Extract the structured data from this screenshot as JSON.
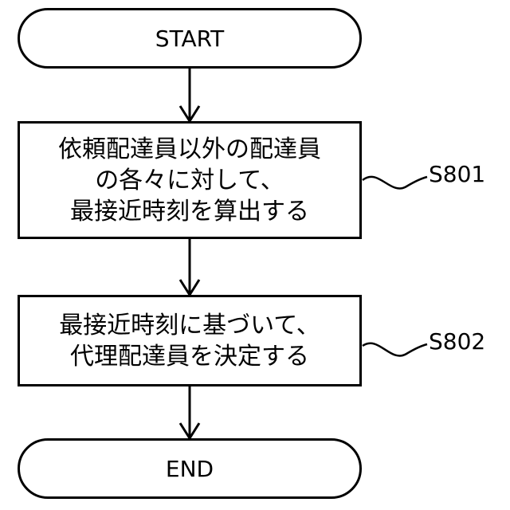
{
  "flowchart": {
    "start": "START",
    "end": "END",
    "steps": [
      {
        "id": "S801",
        "lines": [
          "依頼配達員以外の配達員",
          "の各々に対して、",
          "最接近時刻を算出する"
        ]
      },
      {
        "id": "S802",
        "lines": [
          "最接近時刻に基づいて、",
          "代理配達員を決定する"
        ]
      }
    ]
  }
}
